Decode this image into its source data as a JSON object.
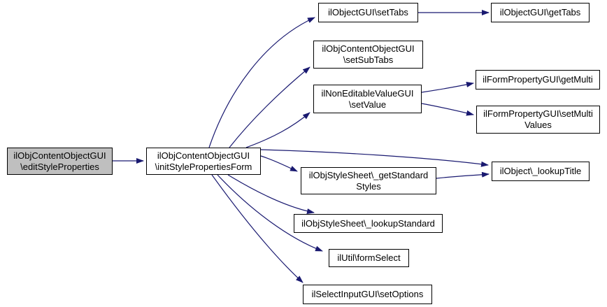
{
  "diagram": {
    "type": "call-graph",
    "colors": {
      "background-color": "#ffffff",
      "edge-color": "#191970",
      "node-border-color": "#000000",
      "node-fill": "#ffffff",
      "highlight-fill": "#bfbfbf"
    },
    "nodes": [
      {
        "id": "editStyleProperties",
        "lines": [
          "ilObjContentObjectGUI",
          "\\editStyleProperties"
        ],
        "highlighted": true
      },
      {
        "id": "initStylePropertiesForm",
        "lines": [
          "ilObjContentObjectGUI",
          "\\initStylePropertiesForm"
        ],
        "highlighted": false
      },
      {
        "id": "setTabs",
        "lines": [
          "ilObjectGUI\\setTabs"
        ],
        "highlighted": false
      },
      {
        "id": "getTabs",
        "lines": [
          "ilObjectGUI\\getTabs"
        ],
        "highlighted": false
      },
      {
        "id": "setSubTabs",
        "lines": [
          "ilObjContentObjectGUI",
          "\\setSubTabs"
        ],
        "highlighted": false
      },
      {
        "id": "setValue",
        "lines": [
          "ilNonEditableValueGUI",
          "\\setValue"
        ],
        "highlighted": false
      },
      {
        "id": "getMulti",
        "lines": [
          "ilFormPropertyGUI\\getMulti"
        ],
        "highlighted": false
      },
      {
        "id": "setMultiValues",
        "lines": [
          "ilFormPropertyGUI\\setMulti",
          "Values"
        ],
        "highlighted": false
      },
      {
        "id": "lookupTitle",
        "lines": [
          "ilObject\\_lookupTitle"
        ],
        "highlighted": false
      },
      {
        "id": "getStandardStyles",
        "lines": [
          "ilObjStyleSheet\\_getStandard",
          "Styles"
        ],
        "highlighted": false
      },
      {
        "id": "lookupStandard",
        "lines": [
          "ilObjStyleSheet\\_lookupStandard"
        ],
        "highlighted": false
      },
      {
        "id": "formSelect",
        "lines": [
          "ilUtil\\formSelect"
        ],
        "highlighted": false
      },
      {
        "id": "setOptions",
        "lines": [
          "ilSelectInputGUI\\setOptions"
        ],
        "highlighted": false
      }
    ],
    "edges": [
      {
        "from": "editStyleProperties",
        "to": "initStylePropertiesForm"
      },
      {
        "from": "initStylePropertiesForm",
        "to": "setTabs"
      },
      {
        "from": "initStylePropertiesForm",
        "to": "setSubTabs"
      },
      {
        "from": "initStylePropertiesForm",
        "to": "setValue"
      },
      {
        "from": "initStylePropertiesForm",
        "to": "lookupTitle"
      },
      {
        "from": "initStylePropertiesForm",
        "to": "getStandardStyles"
      },
      {
        "from": "initStylePropertiesForm",
        "to": "lookupStandard"
      },
      {
        "from": "initStylePropertiesForm",
        "to": "formSelect"
      },
      {
        "from": "initStylePropertiesForm",
        "to": "setOptions"
      },
      {
        "from": "setTabs",
        "to": "getTabs"
      },
      {
        "from": "setValue",
        "to": "getMulti"
      },
      {
        "from": "setValue",
        "to": "setMultiValues"
      },
      {
        "from": "getStandardStyles",
        "to": "lookupTitle"
      }
    ]
  }
}
